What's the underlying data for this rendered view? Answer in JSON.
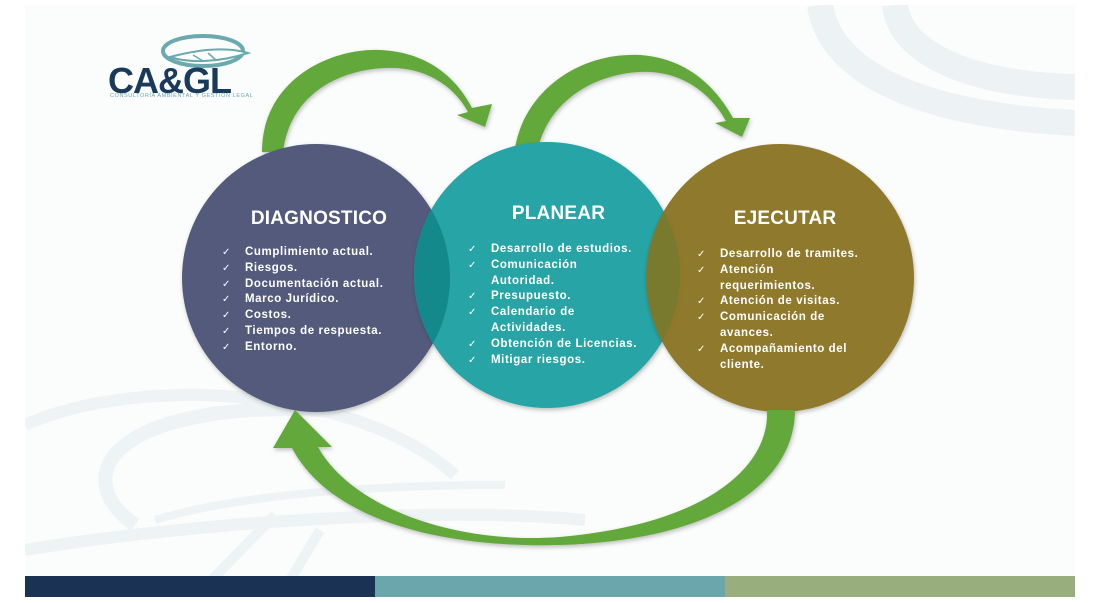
{
  "logo": {
    "brand": "CA&GL",
    "tagline": "CONSULTORÍA AMBIENTAL Y GESTIÓN LEGAL"
  },
  "colors": {
    "diagnostico": "#525a7c",
    "planear": "#28a4a6",
    "ejecutar": "#8c7428",
    "arrow": "#62a83a",
    "bar_navy": "#1a3355",
    "bar_teal": "#6aa6ac",
    "bar_green": "#98ae7c"
  },
  "stages": [
    {
      "title": "DIAGNOSTICO",
      "items": [
        "Cumplimiento actual.",
        "Riesgos.",
        "Documentación actual.",
        "Marco Jurídico.",
        "Costos.",
        "Tiempos de respuesta.",
        "Entorno."
      ]
    },
    {
      "title": "PLANEAR",
      "items": [
        "Desarrollo de estudios.",
        "Comunicación Autoridad.",
        "Presupuesto.",
        "Calendario de Actividades.",
        "Obtención de Licencias.",
        "Mitigar riesgos."
      ]
    },
    {
      "title": "EJECUTAR",
      "items": [
        "Desarrollo de tramites.",
        "Atención requerimientos.",
        "Atención de visitas.",
        "Comunicación de avances.",
        "Acompañamiento del cliente."
      ]
    }
  ],
  "check_glyph": "✓"
}
